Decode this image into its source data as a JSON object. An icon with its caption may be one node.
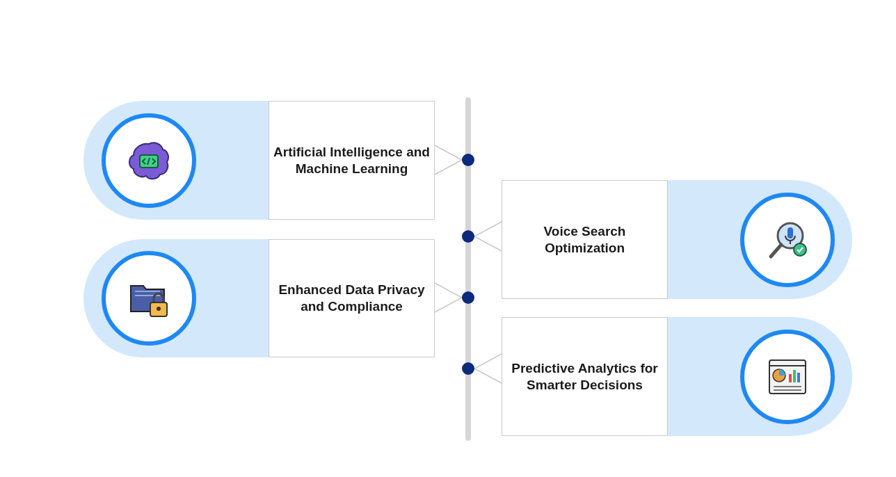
{
  "diagram": {
    "nodes": [
      {
        "text": [
          "Artificial Intelligence and Machine Learning"
        ]
      },
      {
        "text": [],
        "shape": "picture",
        "in": 0
      },
      {
        "text": [
          "Voice Search Optimization"
        ]
      },
      {
        "text": [],
        "shape": "picture",
        "in": 2
      },
      {
        "text": [
          "Enhanced Data Privacy and Compliance"
        ]
      },
      {
        "text": [],
        "shape": "picture",
        "in": 4
      },
      {
        "text": [
          "Predictive Analytics for Smarter Decisions"
        ]
      },
      {
        "text": [],
        "shape": "picture",
        "in": 6
      },
      {
        "text": [],
        "shape": "circle"
      },
      {
        "text": [],
        "shape": "circle"
      },
      {
        "text": [],
        "shape": "circle"
      },
      {
        "text": [],
        "shape": "circle"
      }
    ],
    "edges": [
      {
        "from": 0,
        "to": 8,
        "arrow": "none"
      },
      {
        "from": 2,
        "to": 9,
        "arrow": "none"
      },
      {
        "from": 4,
        "to": 10,
        "arrow": "none"
      },
      {
        "from": 6,
        "to": 11,
        "arrow": "none"
      },
      {
        "from": 8,
        "to": 9,
        "arrow": "none",
        "style": "thick",
        "color": "#d6d6d6"
      },
      {
        "from": 9,
        "to": 10,
        "arrow": "none",
        "style": "thick",
        "color": "#d6d6d6"
      },
      {
        "from": 10,
        "to": 11,
        "arrow": "none",
        "style": "thick",
        "color": "#d6d6d6"
      }
    ]
  }
}
